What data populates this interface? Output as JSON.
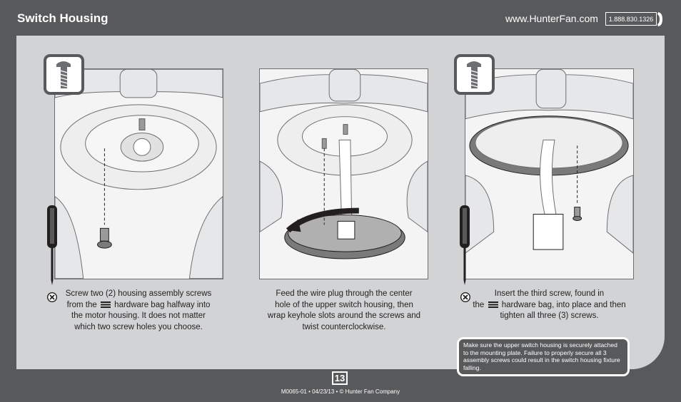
{
  "header": {
    "title": "Switch Housing",
    "url": "www.HunterFan.com",
    "phone": "1.888.830.1326"
  },
  "steps": [
    {
      "lines": [
        "Screw two (2) housing assembly screws",
        "from the",
        "hardware bag halfway into",
        "the motor housing. It does not matter",
        "which two screw holes you choose."
      ]
    },
    {
      "lines": [
        "Feed the wire plug through the center",
        "hole of the upper switch housing, then",
        "wrap keyhole slots around the screws and",
        "twist counterclockwise."
      ]
    },
    {
      "lines": [
        "Insert the third screw, found in",
        "the",
        "hardware bag, into place and then",
        "tighten all three (3) screws."
      ]
    }
  ],
  "warning": {
    "text": "Make sure the upper switch housing is securely attached to the mounting plate. Failure to properly secure all 3 assembly screws could result in the switch housing fixture falling."
  },
  "footer": {
    "page_number": "13",
    "doc_info": "M0065-01 • 04/23/13 • © Hunter Fan Company"
  },
  "colors": {
    "background": "#58595b",
    "panel": "#d1d3d4",
    "text": "#231f20"
  },
  "icons": [
    "screw-icon",
    "screwdriver-icon",
    "x-mark-icon",
    "hardware-bag-icon",
    "phone-handset-icon"
  ]
}
